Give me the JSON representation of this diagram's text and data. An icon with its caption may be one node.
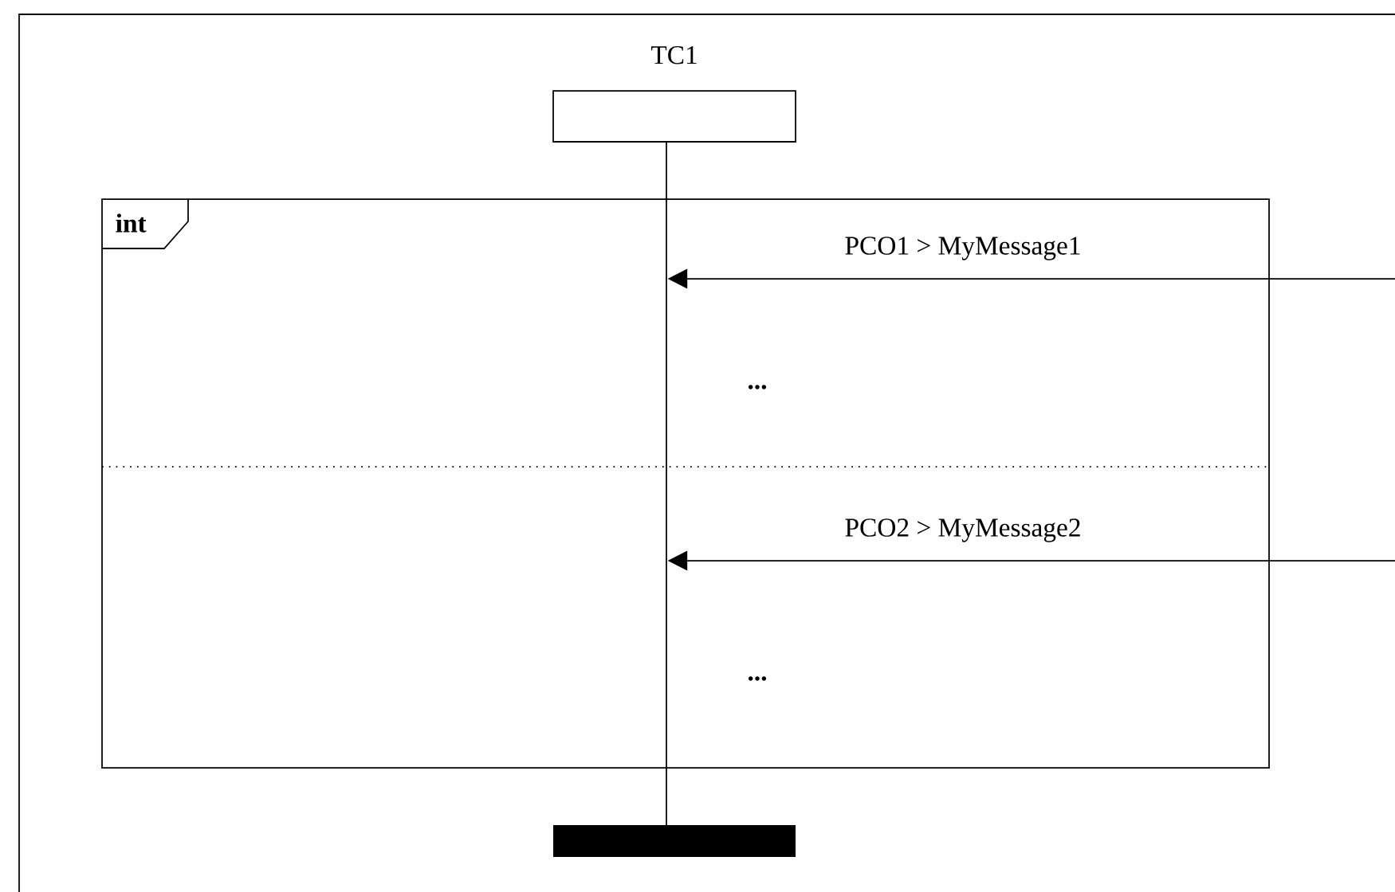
{
  "diagram": {
    "nodes": [
      {
        "text": [
          "TC1"
        ]
      },
      {
        "text": [],
        "shape": "line"
      },
      {
        "text": [],
        "shape": "bar"
      },
      {
        "text": [
          "int"
        ]
      }
    ],
    "edges": [
      {
        "from": null,
        "to": 1,
        "arrow": "to",
        "label": "PCO1 > MyMessage1"
      },
      {
        "from": null,
        "to": 1,
        "arrow": "to",
        "label": "PCO2 > MyMessage2"
      }
    ],
    "labels": [
      "...",
      "..."
    ]
  }
}
